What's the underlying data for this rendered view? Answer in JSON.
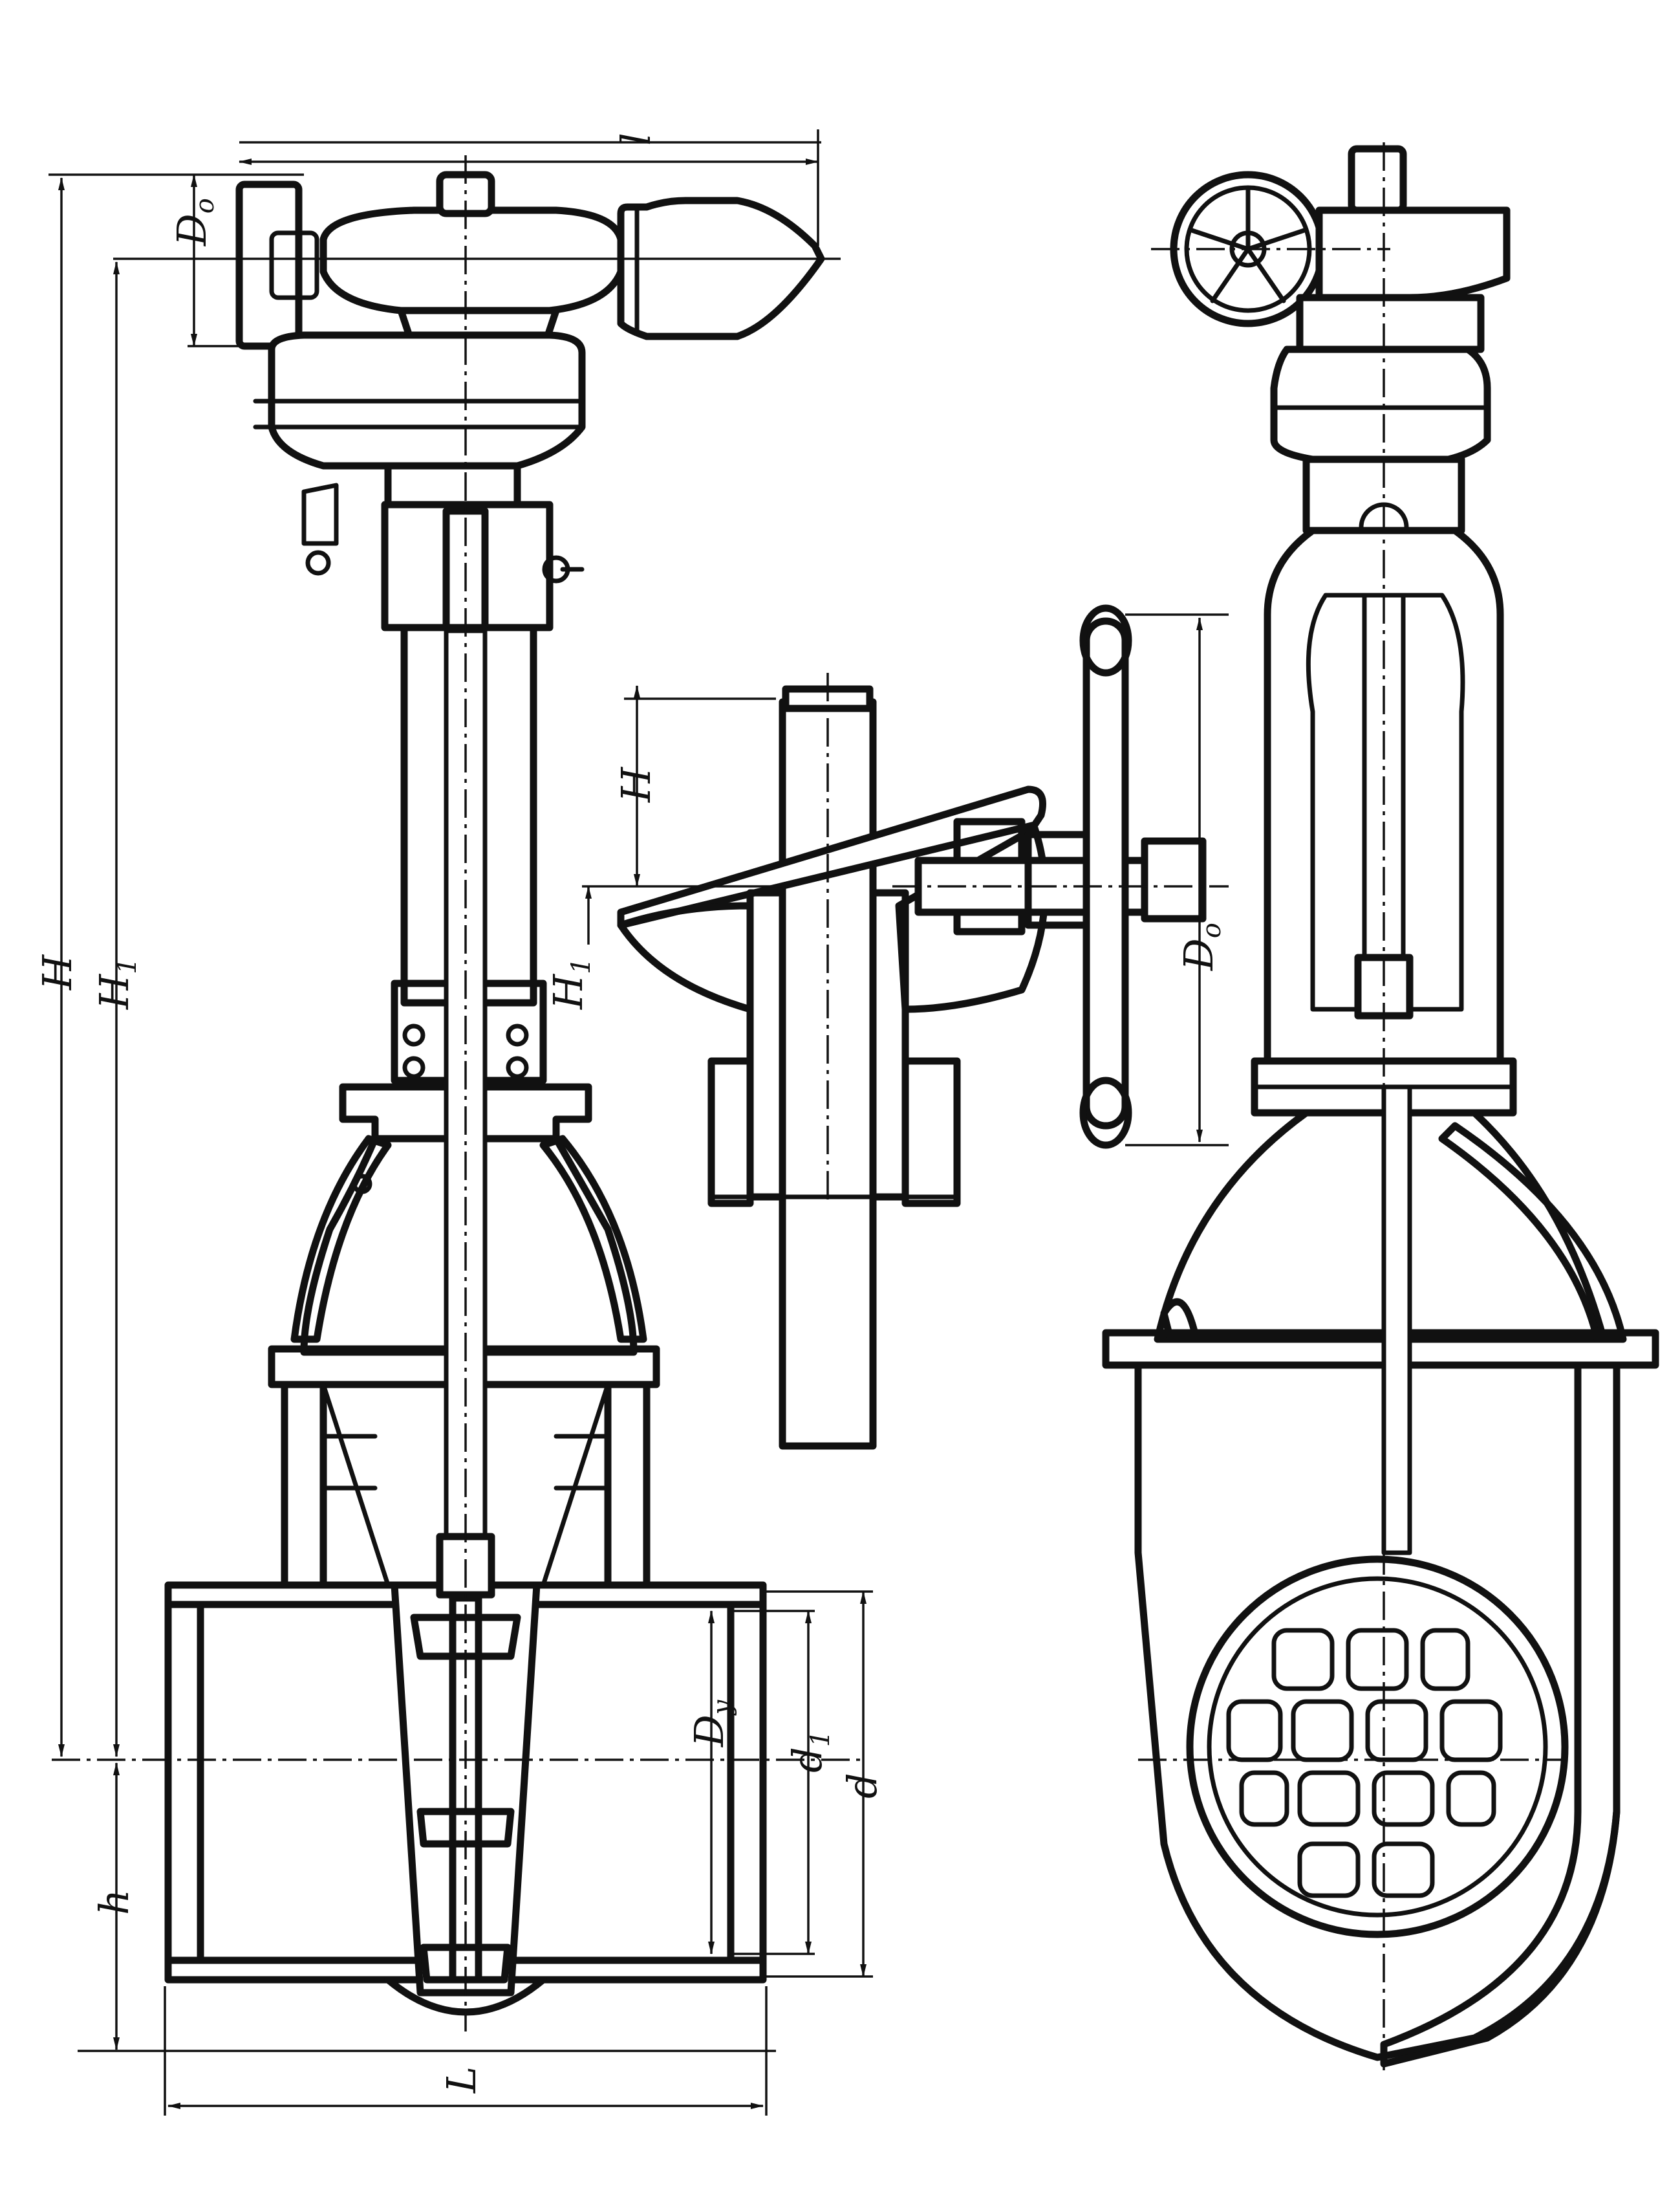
{
  "labels": {
    "length_small": "l",
    "D0_main": "D",
    "D0_main_sub": "o",
    "H_main": "H",
    "H1_main": "H",
    "H1_main_sub": "1",
    "h_main": "h",
    "L_main": "L",
    "Dy": "D",
    "Dy_sub": "y",
    "d1": "d",
    "d1_sub": "1",
    "d": "d",
    "H_detail": "H",
    "H1_detail": "H",
    "H1_detail_sub": "1",
    "D0_detail": "D",
    "D0_detail_sub": "o"
  }
}
